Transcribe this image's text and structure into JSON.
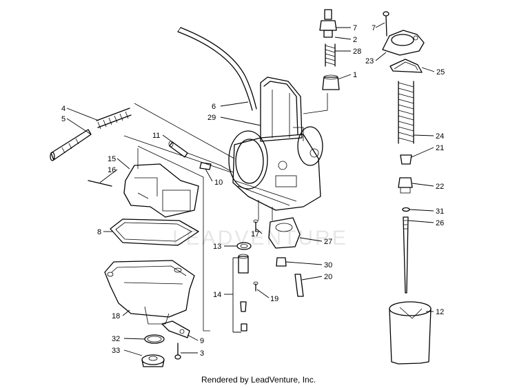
{
  "diagram": {
    "watermark": "LEADVENTURE",
    "footer": "Rendered by LeadVenture, Inc.",
    "callouts": {
      "c1": "1",
      "c2": "2",
      "c3": "3",
      "c4": "4",
      "c5": "5",
      "c6": "6",
      "c7": "7",
      "c8": "8",
      "c9": "9",
      "c10": "10",
      "c11": "11",
      "c12": "12",
      "c13": "13",
      "c14": "14",
      "c15": "15",
      "c16": "16",
      "c17": "17",
      "c18": "18",
      "c19": "19",
      "c20": "20",
      "c21": "21",
      "c22": "22",
      "c23": "23",
      "c24": "24",
      "c25": "25",
      "c26": "26",
      "c27": "27",
      "c28": "28",
      "c29": "29",
      "c30": "30",
      "c31": "31",
      "c32": "32",
      "c33": "33"
    }
  }
}
